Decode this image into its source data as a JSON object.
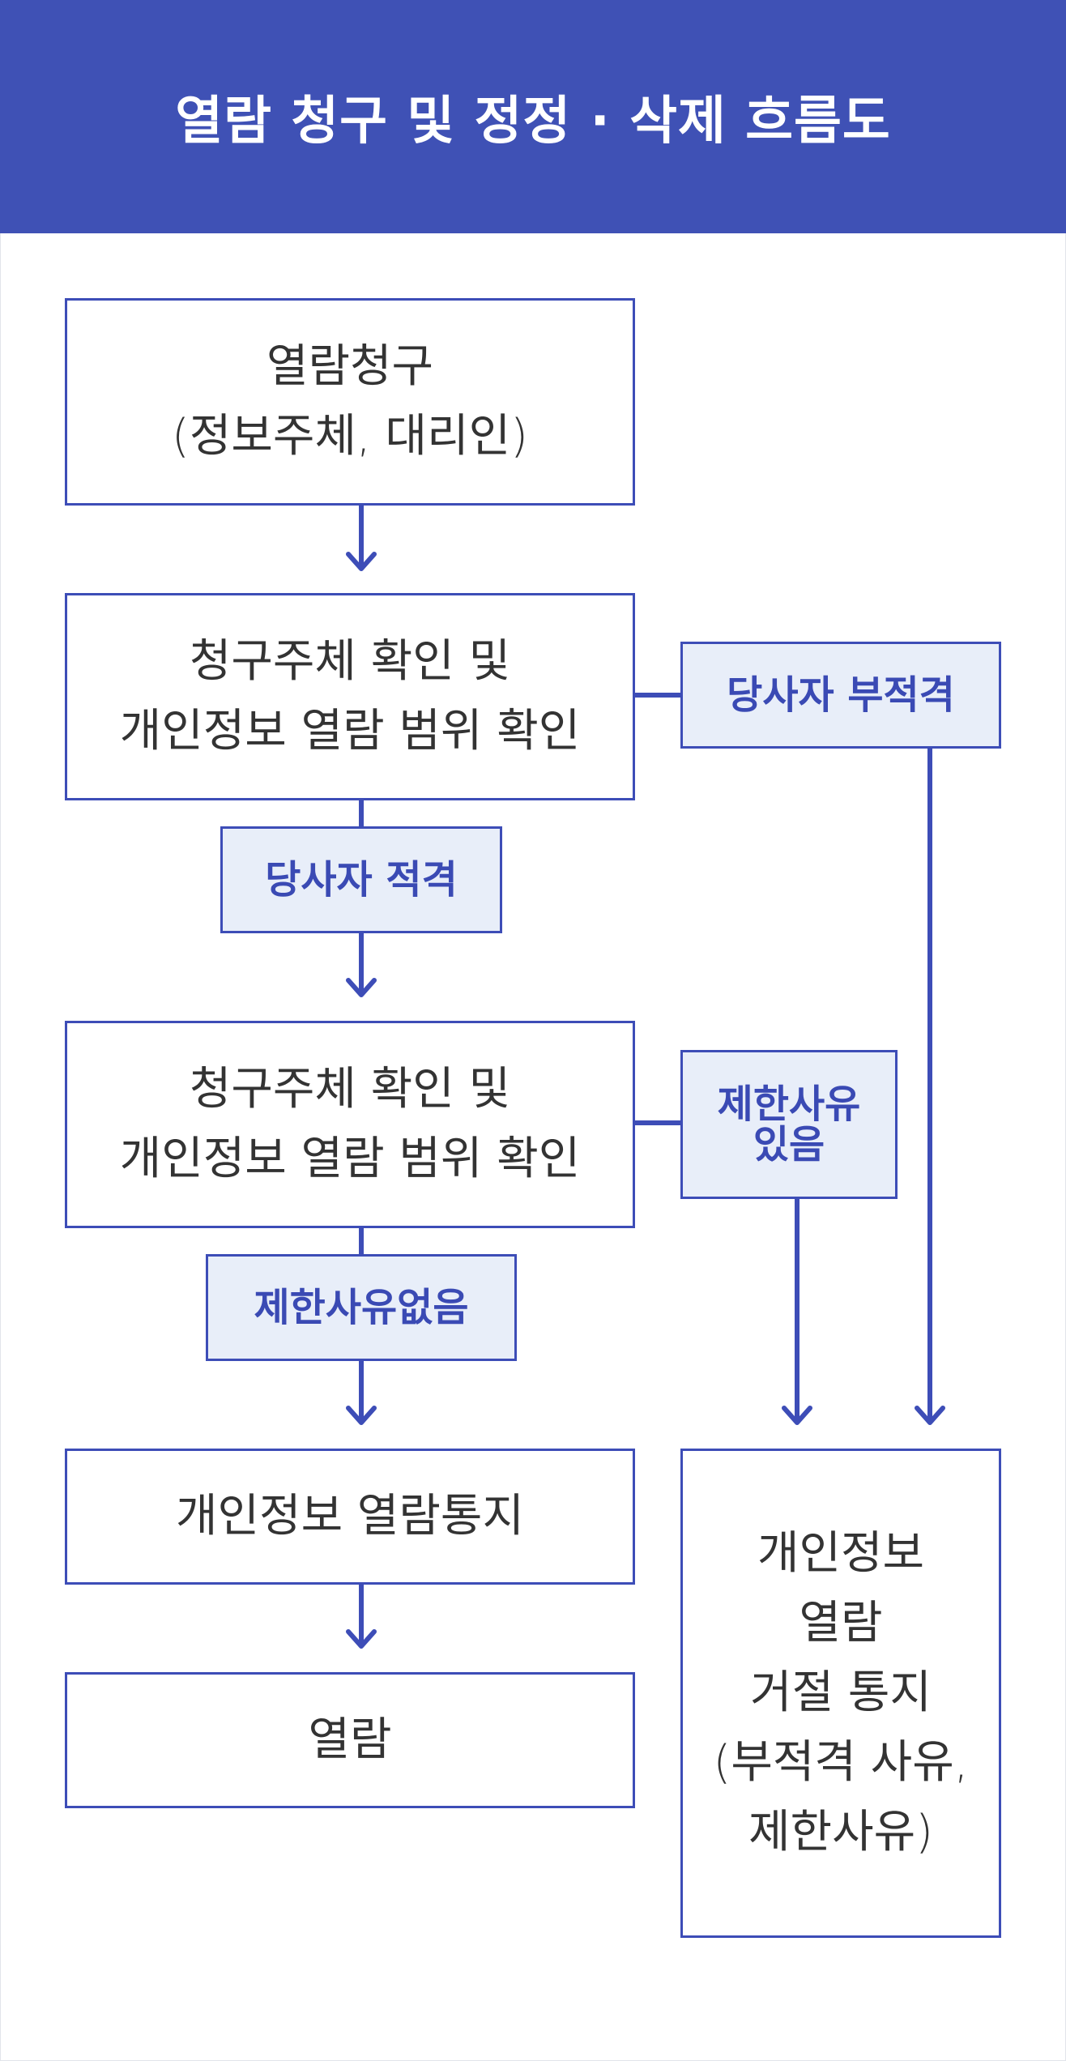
{
  "header": {
    "title": "열람 청구 및 정정 · 삭제 흐름도"
  },
  "nodes": {
    "request": "열람청구\n(정보주체, 대리인)",
    "verify1": "청구주체 확인 및\n개인정보 열람 범위 확인",
    "verify2": "청구주체 확인 및\n개인정보 열람 범위 확인",
    "notice": "개인정보 열람통지",
    "view": "열람",
    "refusal": "개인정보\n열람\n거절 통지\n(부적격 사유,\n제한사유)"
  },
  "tags": {
    "ineligible": "당사자 부적격",
    "eligible": "당사자 적격",
    "restricted": "제한사유\n있음",
    "unrestricted": "제한사유없음"
  },
  "colors": {
    "header_bg": "#3f51b5",
    "line": "#3d4db7",
    "tag_bg": "#e8eef9",
    "tag_text": "#3a4ab4",
    "box_text": "#333333"
  }
}
